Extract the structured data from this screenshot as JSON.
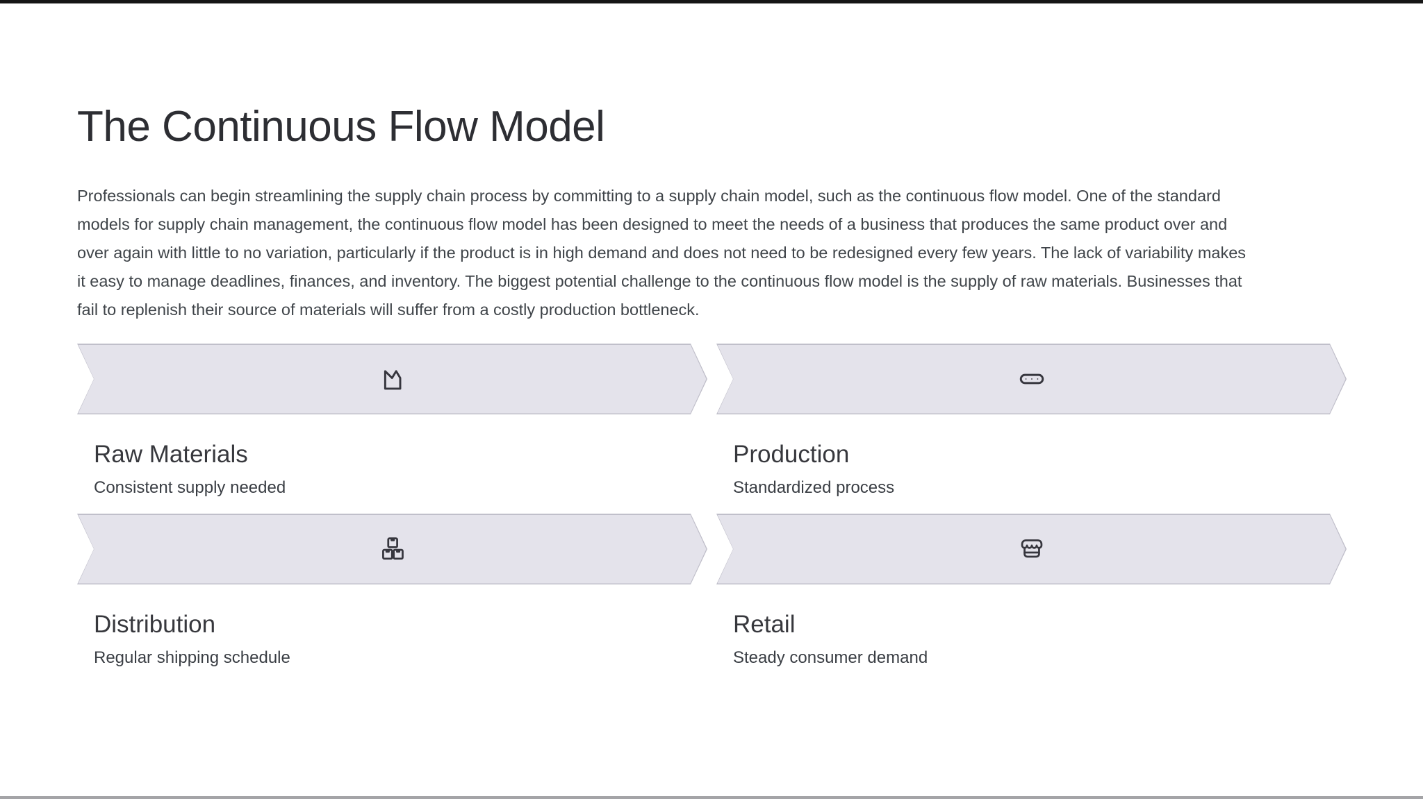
{
  "page": {
    "title": "The Continuous Flow Model",
    "paragraph_lines": [
      "Professionals can begin streamlining the supply chain process by committing to a supply chain model, such as the continuous flow model. One of the standard",
      "models for supply chain management, the continuous flow model has been designed to meet the needs of a business that produces the same product over and",
      "over again with little to no variation, particularly if the product is in high demand and does not need to be redesigned every few years. The lack of variability makes",
      "it easy to manage deadlines, finances, and inventory. The biggest potential challenge to the continuous flow model is the supply of raw materials. Businesses that",
      "fail to replenish their source of materials will suffer from a costly production bottleneck."
    ]
  },
  "stages": [
    {
      "name": "Raw Materials",
      "description": "Consistent supply needed",
      "icon": "factory-icon"
    },
    {
      "name": "Production",
      "description": "Standardized process",
      "icon": "conveyor-belt-icon"
    },
    {
      "name": "Distribution",
      "description": "Regular shipping schedule",
      "icon": "boxes-icon"
    },
    {
      "name": "Retail",
      "description": "Steady consumer demand",
      "icon": "store-icon"
    }
  ],
  "colors": {
    "banner_fill": "#e4e3eb",
    "banner_border": "#c0bfca",
    "icon_stroke": "#36363e",
    "title_text": "#2d2e33",
    "body_text": "#3f4449",
    "top_bar": "#161616",
    "bottom_line": "#a4a4a7"
  }
}
